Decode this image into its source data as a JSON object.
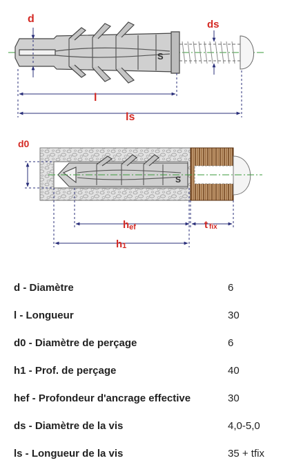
{
  "diagram": {
    "top_labels": {
      "d": "d",
      "ds": "ds",
      "l": "l",
      "ls": "ls"
    },
    "bottom_labels": {
      "d0": "d0",
      "hef_main": "h",
      "hef_sub": "ef",
      "tfix_main": "t",
      "tfix_sub": "fix",
      "h1_main": "h",
      "h1_sub": "1"
    },
    "marking": "S",
    "colors": {
      "dimension": "#2a2f7a",
      "label": "#d42a24",
      "centerline": "#3a9a3a",
      "concrete": "#dcdcdc",
      "wood": "#7b4a22",
      "dowel": "#d0d0d0"
    }
  },
  "specs": [
    {
      "label": "d - Diamètre",
      "value": "6"
    },
    {
      "label": "l - Longueur",
      "value": "30"
    },
    {
      "label": "d0 - Diamètre de perçage",
      "value": "6"
    },
    {
      "label": "h1 - Prof. de perçage",
      "value": "40"
    },
    {
      "label": "hef - Profondeur d'ancrage effective",
      "value": "30"
    },
    {
      "label": "ds - Diamètre de la vis",
      "value": "4,0-5,0"
    },
    {
      "label": "ls - Longueur de la vis",
      "value": "35 + tfix"
    }
  ]
}
